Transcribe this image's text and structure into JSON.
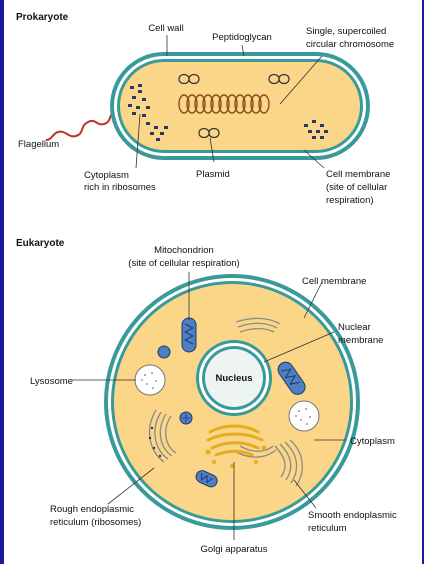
{
  "prokaryote": {
    "heading": "Prokaryote",
    "labels": {
      "cell_wall": "Cell wall",
      "peptidoglycan": "Peptidoglycan",
      "chromosome_1": "Single, supercoiled",
      "chromosome_2": "circular chromosome",
      "flagellum": "Flagellum",
      "cytoplasm_1": "Cytoplasm",
      "cytoplasm_2": "rich in ribosomes",
      "plasmid": "Plasmid",
      "membrane_1": "Cell membrane",
      "membrane_2": "(site of cellular",
      "membrane_3": "respiration)"
    }
  },
  "eukaryote": {
    "heading": "Eukaryote",
    "labels": {
      "mito_1": "Mitochondrion",
      "mito_2": "(site of cellular respiration)",
      "cell_membrane": "Cell membrane",
      "nuclear_1": "Nuclear",
      "nuclear_2": "membrane",
      "nucleus": "Nucleus",
      "lysosome": "Lysosome",
      "cytoplasm": "Cytoplasm",
      "rough_er_1": "Rough endoplasmic",
      "rough_er_2": "reticulum (ribosomes)",
      "smooth_er_1": "Smooth endoplasmic",
      "smooth_er_2": "reticulum",
      "golgi": "Golgi apparatus"
    }
  },
  "colors": {
    "cytoplasm": "#fbd588",
    "cell_wall": "#3a9a9a",
    "mitochondrion": "#4e7fc4",
    "ribosome": "#223c66",
    "golgi": "#e8ad1e",
    "flagellum": "#c0302a",
    "background_border": "#1a1aa0"
  }
}
